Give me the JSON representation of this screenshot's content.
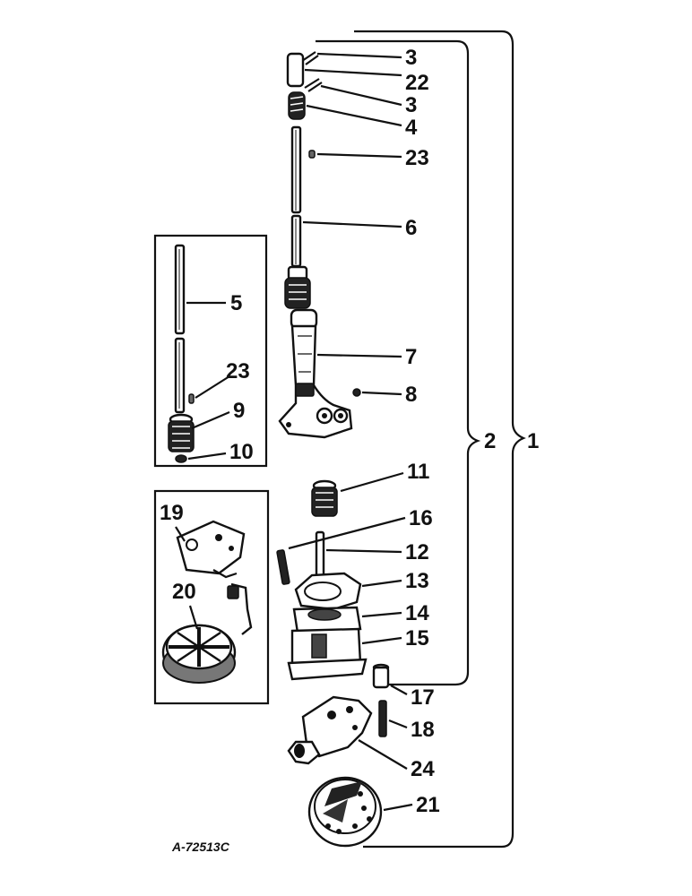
{
  "diagram": {
    "figure_code": "A-72513C",
    "callouts": {
      "c3a": "3",
      "c22": "22",
      "c3b": "3",
      "c4": "4",
      "c23a": "23",
      "c6": "6",
      "c5": "5",
      "c23b": "23",
      "c7": "7",
      "c8": "8",
      "c9": "9",
      "c10": "10",
      "c11": "11",
      "c16": "16",
      "c12": "12",
      "c13": "13",
      "c14": "14",
      "c15": "15",
      "c19": "19",
      "c20": "20",
      "c17": "17",
      "c18": "18",
      "c24": "24",
      "c21": "21",
      "c2": "2",
      "c1": "1"
    }
  }
}
